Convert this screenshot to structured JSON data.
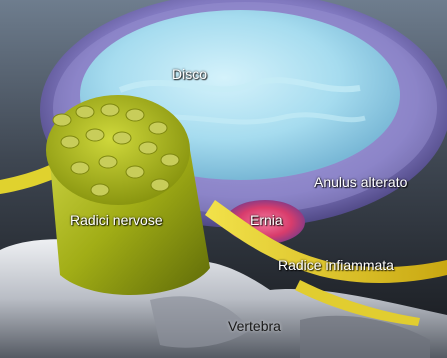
{
  "labels": {
    "disco": "Disco",
    "anulus": "Anulus alterato",
    "radici": "Radici nervose",
    "ernia": "Ernia",
    "radice": "Radice infiammata",
    "vertebra": "Vertebra"
  },
  "colors": {
    "background_top": "#5f6f82",
    "background_bottom": "#1a1d22",
    "nucleus": "#a9dff0",
    "anulus": "#8e86c8",
    "nerve_bundle": "#a9b418",
    "nerve_root": "#e6d42c",
    "hernia": "#e0457a",
    "vertebra": "#c9ccd2"
  }
}
